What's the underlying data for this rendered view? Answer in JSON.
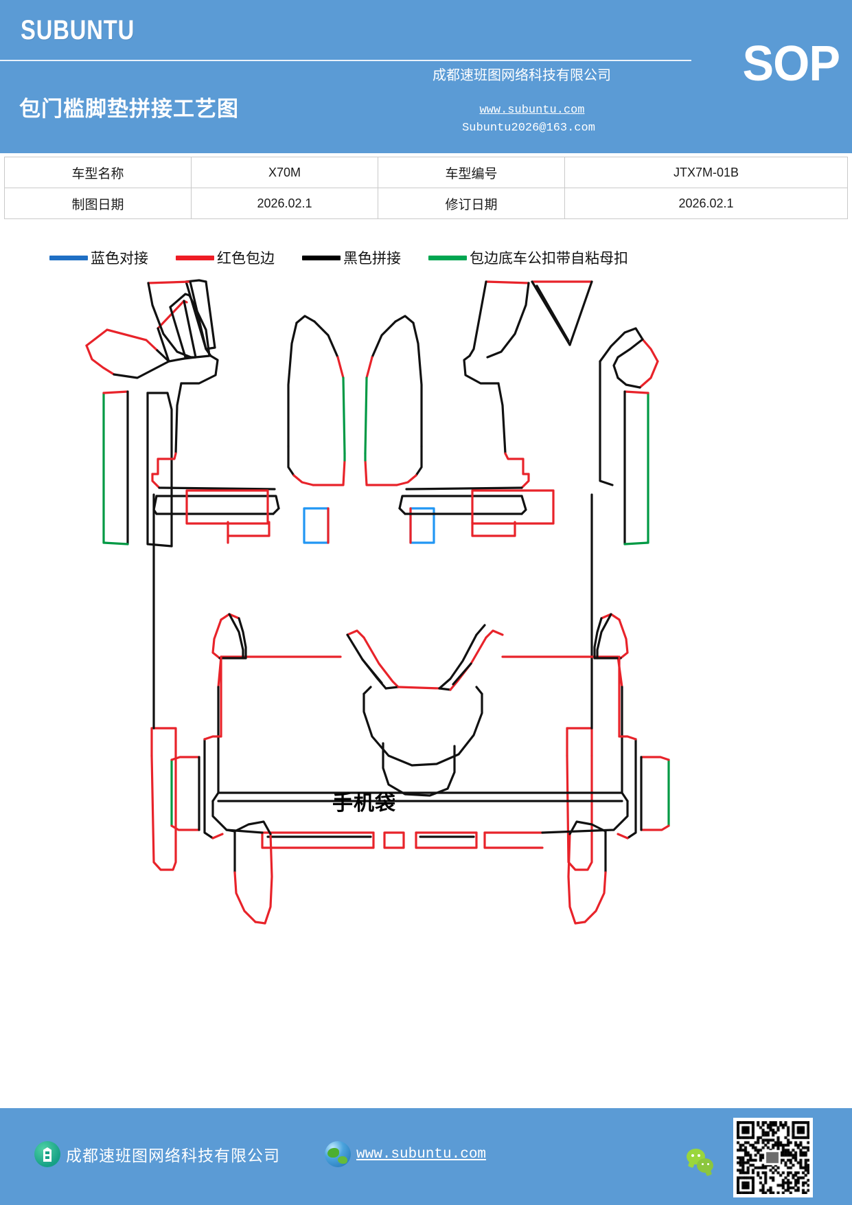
{
  "header": {
    "brand": "SUBUNTU",
    "doc_title": "包门槛脚垫拼接工艺图",
    "company": "成都速班图网络科技有限公司",
    "url": "www.subuntu.com",
    "email": "Subuntu2026@163.com",
    "badge": "SOP",
    "bg_color": "#5b9bd5"
  },
  "info_table": {
    "rows": [
      {
        "label": "车型名称",
        "value": "X70M",
        "label2": "车型编号",
        "value2": "JTX7M-01B"
      },
      {
        "label": "制图日期",
        "value": "2026.02.1",
        "label2": "修订日期",
        "value2": "2026.02.1"
      }
    ]
  },
  "legend": {
    "items": [
      {
        "color": "#1f6fc4",
        "label": "蓝色对接"
      },
      {
        "color": "#ee1c25",
        "label": "红色包边"
      },
      {
        "color": "#000000",
        "label": "黑色拼接"
      },
      {
        "color": "#00a651",
        "label": "包边底车公扣带自粘母扣"
      }
    ]
  },
  "drawing": {
    "phone_pocket_label": "手机袋",
    "stroke_colors": {
      "black": "#111111",
      "red": "#e8232a",
      "green": "#009944",
      "blue": "#2196f3"
    }
  },
  "footer": {
    "company": "成都速班图网络科技有限公司",
    "url": "www.subuntu.com",
    "bg_color": "#5b9bd5",
    "icons": {
      "company": "building-icon",
      "web": "globe-icon",
      "wechat": "wechat-icon",
      "qr": "qr-code"
    }
  }
}
